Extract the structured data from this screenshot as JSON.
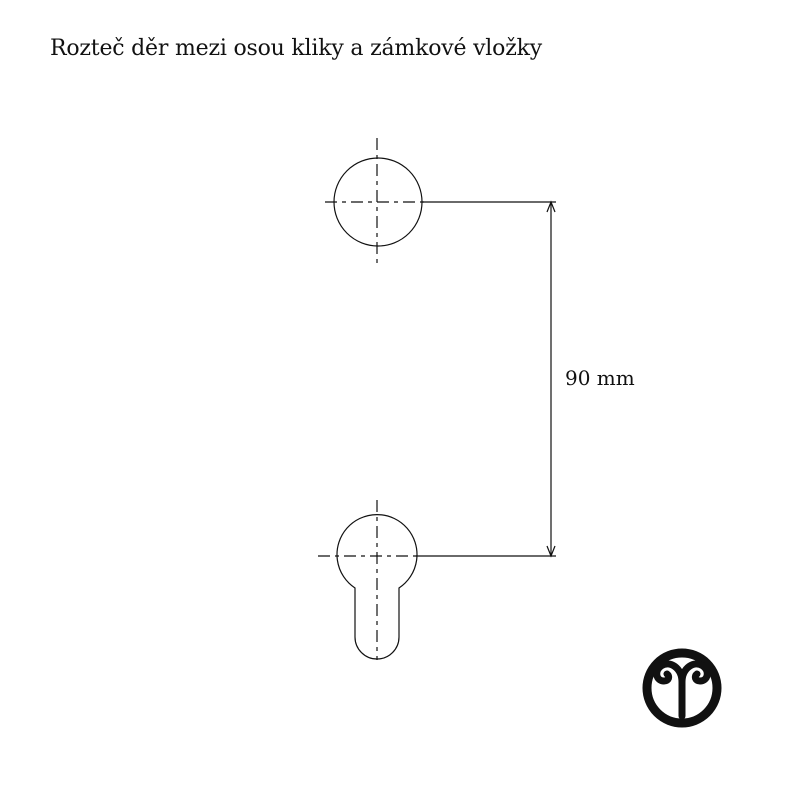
{
  "title": "Rozteč děr mezi osou kliky a zámkové vložky",
  "dimension": {
    "label": "90 mm"
  },
  "colors": {
    "line": "#111111",
    "logo": "#111111",
    "background": "#ffffff"
  },
  "icons": {
    "logo": "ram-horn-logo"
  }
}
